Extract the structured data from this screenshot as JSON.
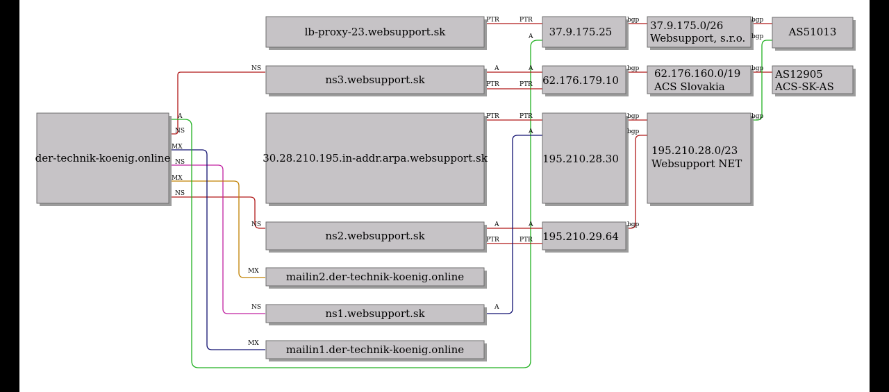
{
  "nodes": {
    "domain": "der-technik-koenig.online",
    "lb_proxy": "lb-proxy-23.websupport.sk",
    "ns3": "ns3.websupport.sk",
    "arpa": "30.28.210.195.in-addr.arpa.websupport.sk",
    "ns2": "ns2.websupport.sk",
    "mailin2": "mailin2.der-technik-koenig.online",
    "ns1": "ns1.websupport.sk",
    "mailin1": "mailin1.der-technik-koenig.online",
    "ip1": "37.9.175.25",
    "ip2": "62.176.179.10",
    "ip3": "195.210.28.30",
    "ip4": "195.210.29.64",
    "net1_l1": "37.9.175.0/26",
    "net1_l2": "Websupport, s.r.o.",
    "net2_l1": "62.176.160.0/19",
    "net2_l2": "ACS Slovakia",
    "net3_l1": "195.210.28.0/23",
    "net3_l2": "Websupport NET",
    "as1": "AS51013",
    "as2_l1": "AS12905",
    "as2_l2": "ACS-SK-AS"
  },
  "edge_labels": {
    "a": "A",
    "ns": "NS",
    "mx": "MX",
    "ptr": "PTR",
    "bgp": "bgp"
  },
  "colors": {
    "ns": "#b01818",
    "a_green": "#20b020",
    "mx_navy": "#101070",
    "ns_magenta": "#c020a0",
    "mx_orange": "#c08000",
    "ptr_red": "#b01818",
    "a_navy": "#101070",
    "bgp_red": "#b01818",
    "bgp_green": "#20b020"
  }
}
